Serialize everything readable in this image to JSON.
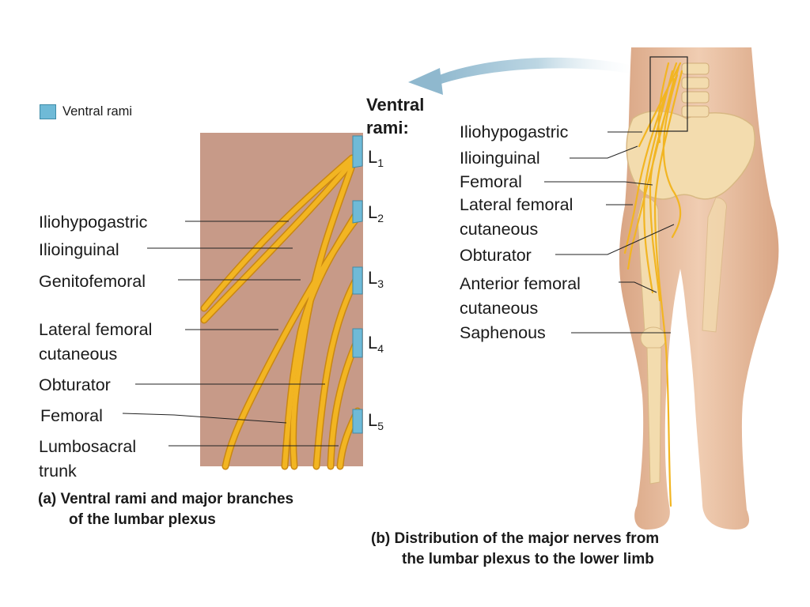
{
  "legend": {
    "label": "Ventral rami",
    "color": "#6fbad7"
  },
  "ventral_rami_heading": [
    "Ventral",
    "rami:"
  ],
  "levels": [
    {
      "letter": "L",
      "num": "1"
    },
    {
      "letter": "L",
      "num": "2"
    },
    {
      "letter": "L",
      "num": "3"
    },
    {
      "letter": "L",
      "num": "4"
    },
    {
      "letter": "L",
      "num": "5"
    }
  ],
  "panel_a": {
    "labels": [
      {
        "text": "Iliohypogastric"
      },
      {
        "text": "Ilioinguinal"
      },
      {
        "text": "Genitofemoral"
      },
      {
        "text": "Lateral femoral cutaneous"
      },
      {
        "text": "Obturator"
      },
      {
        "text": "Femoral"
      },
      {
        "text": "Lumbosacral trunk"
      }
    ],
    "caption": [
      "(a) Ventral rami and major branches",
      "of the lumbar plexus"
    ]
  },
  "panel_b": {
    "labels": [
      {
        "text": "Iliohypogastric"
      },
      {
        "text": "Ilioinguinal"
      },
      {
        "text": "Femoral"
      },
      {
        "text": "Lateral femoral cutaneous"
      },
      {
        "text": "Obturator"
      },
      {
        "text": "Anterior femoral cutaneous"
      },
      {
        "text": "Saphenous"
      }
    ],
    "caption": [
      "(b) Distribution of the major nerves from",
      "the lumbar plexus to the lower limb"
    ]
  },
  "colors": {
    "nerve": "#f2b522",
    "nerve_edge": "#c98712",
    "panel_bg": "#c99c8a",
    "skin": "#e8bfa0",
    "bone": "#f3dcae",
    "ramus_blue": "#6fbad7",
    "arrow": "#9cc0d4"
  }
}
